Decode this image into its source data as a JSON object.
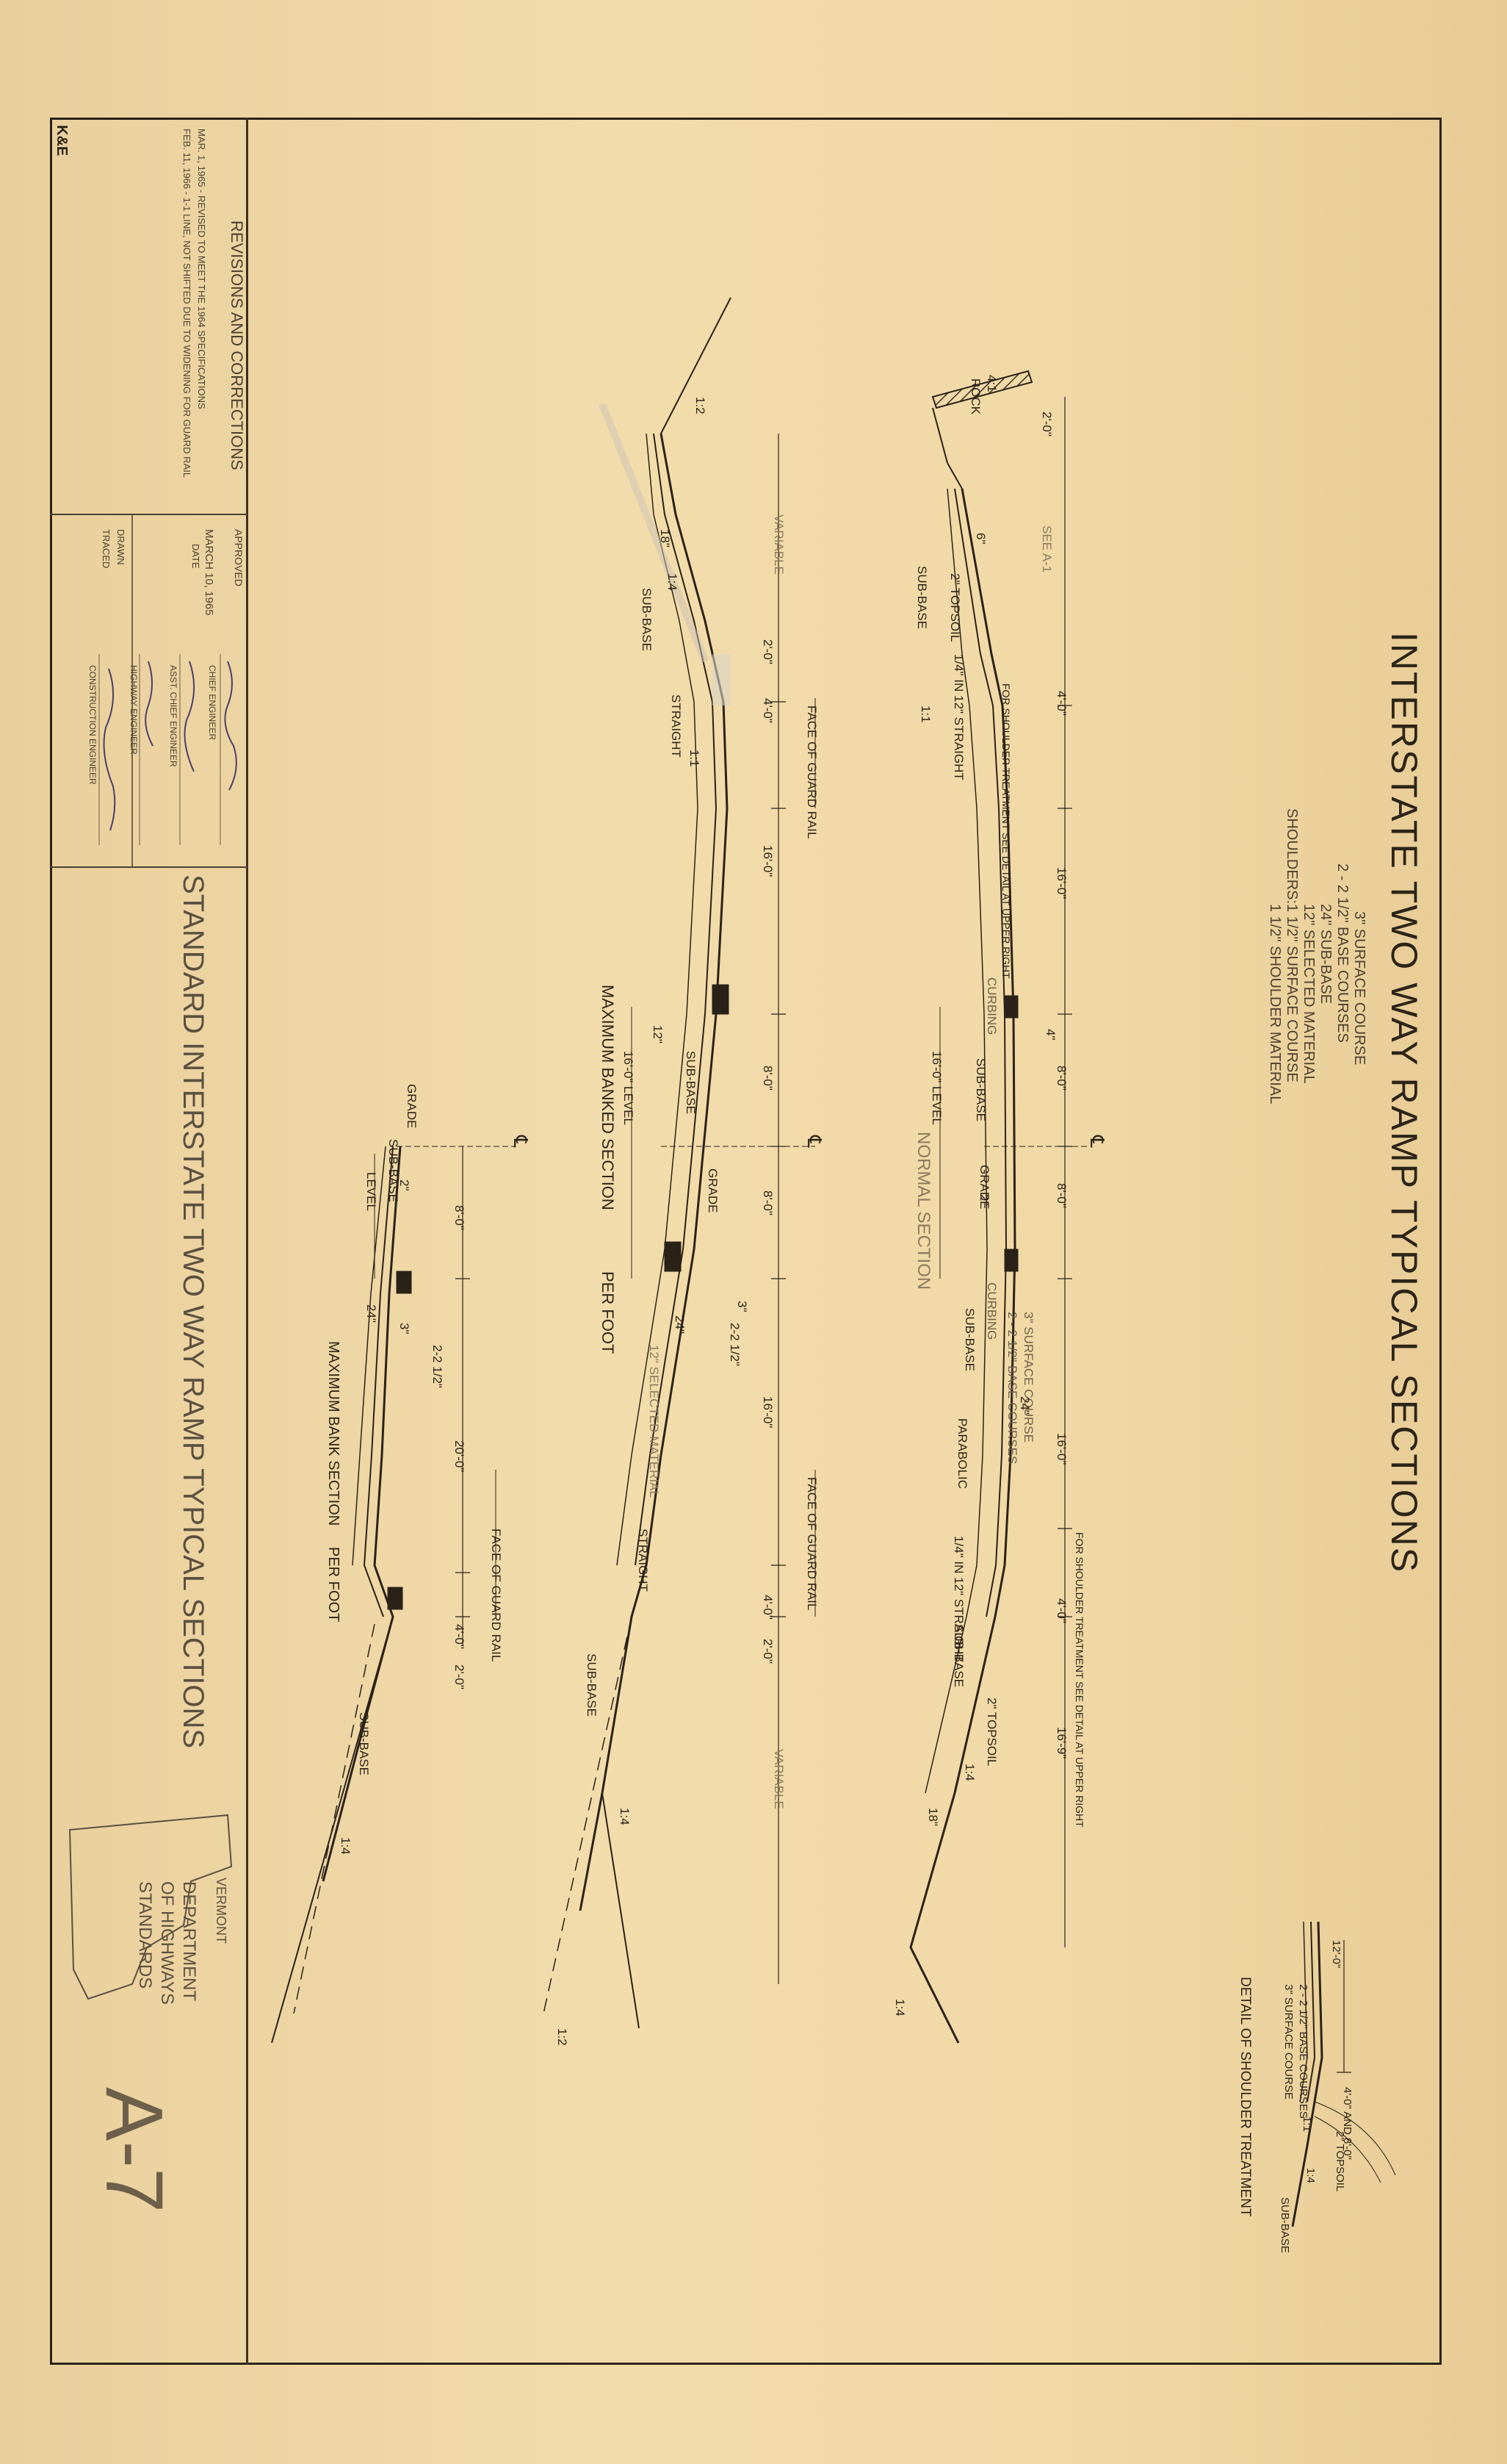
{
  "title": "INTERSTATE TWO WAY RAMP TYPICAL SECTIONS",
  "legend": {
    "lines": [
      "3\" SURFACE COURSE",
      "2 - 2 1/2\" BASE COURSES",
      "24\" SUB-BASE",
      "12\" SELECTED MATERIAL"
    ],
    "shoulders_label": "SHOULDERS:",
    "shoulder_lines": [
      "1 1/2\" SURFACE COURSE",
      "1 1/2\" SHOULDER MATERIAL"
    ]
  },
  "sections": {
    "normal": "NORMAL SECTION",
    "banked": "MAXIMUM BANKED SECTION",
    "banked_rate": "PER FOOT",
    "bank": "MAXIMUM BANK SECTION",
    "bank_rate": "PER FOOT",
    "shoulder_detail": "DETAIL OF SHOULDER TREATMENT"
  },
  "labels": {
    "rock": "ROCK",
    "rock_slope": "4:1",
    "see_a1": "SEE A-1",
    "sub_base": "SUB-BASE",
    "topsoil": "2\" TOPSOIL",
    "curbing": "CURBING",
    "grade": "GRADE",
    "level": "LEVEL",
    "straight": "STRAIGHT",
    "parabolic": "PARABOLIC",
    "variable": "VARIABLE",
    "face_guard_rail": "FACE OF GUARD RAIL",
    "selected_material": "12\" SELECTED MATERIAL",
    "straight_quarter": "1/4\" IN 12\" STRAIGHT",
    "slope_1_4": "1:4",
    "slope_1_2": "1:2",
    "slope_1_1": "1:1",
    "shoulder_treatment": "FOR SHOULDER TREATMENT SEE DETAIL AT UPPER RIGHT",
    "centerline": "℄",
    "dim_16_0": "16'-0\"",
    "dim_8_0": "8'-0\"",
    "dim_4_0": "4'-0\"",
    "dim_2_0": "2'-0\"",
    "dim_20_0": "20'-0\"",
    "dim_16_9": "16'-9\"",
    "dim_16_0_level": "16'-0\" LEVEL",
    "base_courses": "2 - 2 1/2\" BASE COURSES",
    "surface_course": "3\" SURFACE COURSE",
    "shoulder_widths": "4'-0\" AND 8'-0\"",
    "slope_22": "2-2 1/2\"",
    "dim_3": "3\"",
    "dim_24": "24\"",
    "dim_6": "6\"",
    "dim_18": "18\"",
    "dim_12": "12\"",
    "dim_2": "2\"",
    "dim_4": "4\""
  },
  "revisions": {
    "heading": "REVISIONS AND CORRECTIONS",
    "entries": [
      "MAR. 1, 1965 - REVISED TO MEET THE 1964 SPECIFICATIONS",
      "FEB. 11, 1966 - 1-1 LINE, NOT SHIFTED DUE TO WIDENING FOR GUARD RAIL"
    ]
  },
  "approval": {
    "approved": "APPROVED",
    "date_label": "DATE",
    "date": "MARCH 10, 1965",
    "roles": [
      "CHIEF ENGINEER",
      "ASST. CHIEF ENGINEER",
      "HIGHWAY ENGINEER",
      "CONSTRUCTION ENGINEER"
    ],
    "drawn": "DRAWN",
    "traced": "TRACED"
  },
  "standard_title": "STANDARD INTERSTATE TWO WAY RAMP TYPICAL SECTIONS",
  "agency": {
    "state": "VERMONT",
    "lines": [
      "DEPARTMENT",
      "OF HIGHWAYS",
      "STANDARDS"
    ]
  },
  "sheet_number": "A-7",
  "stamp": "K&E"
}
